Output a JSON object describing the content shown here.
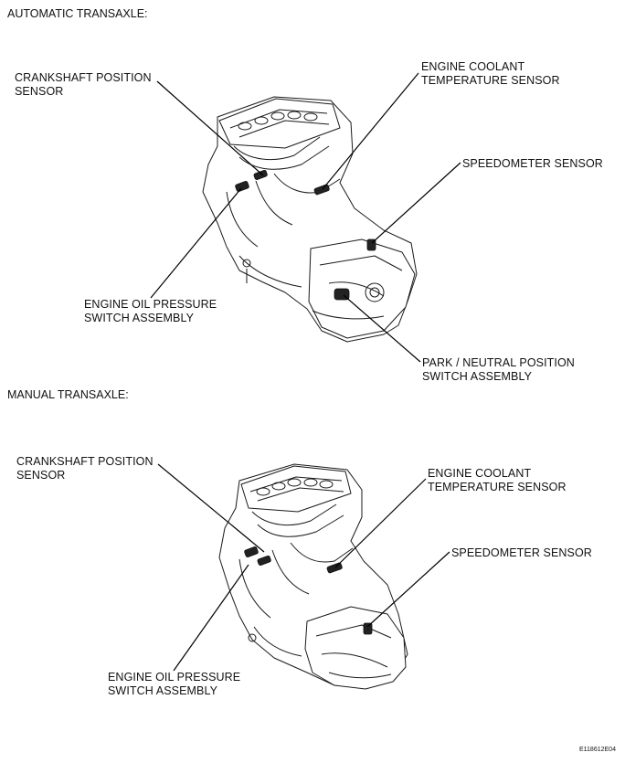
{
  "sections": [
    {
      "id": "automatic",
      "title": "AUTOMATIC TRANSAXLE:",
      "labels": {
        "crankshaft": "CRANKSHAFT POSITION\nSENSOR",
        "coolant": "ENGINE COOLANT\nTEMPERATURE SENSOR",
        "speedometer": "SPEEDOMETER SENSOR",
        "oil_pressure": "ENGINE OIL PRESSURE\nSWITCH ASSEMBLY",
        "park_neutral": "PARK / NEUTRAL POSITION\nSWITCH ASSEMBLY"
      }
    },
    {
      "id": "manual",
      "title": "MANUAL TRANSAXLE:",
      "labels": {
        "crankshaft": "CRANKSHAFT POSITION\nSENSOR",
        "coolant": "ENGINE COOLANT\nTEMPERATURE SENSOR",
        "speedometer": "SPEEDOMETER SENSOR",
        "oil_pressure": "ENGINE OIL PRESSURE\nSWITCH ASSEMBLY"
      }
    }
  ],
  "figure_code": "E118612E04"
}
